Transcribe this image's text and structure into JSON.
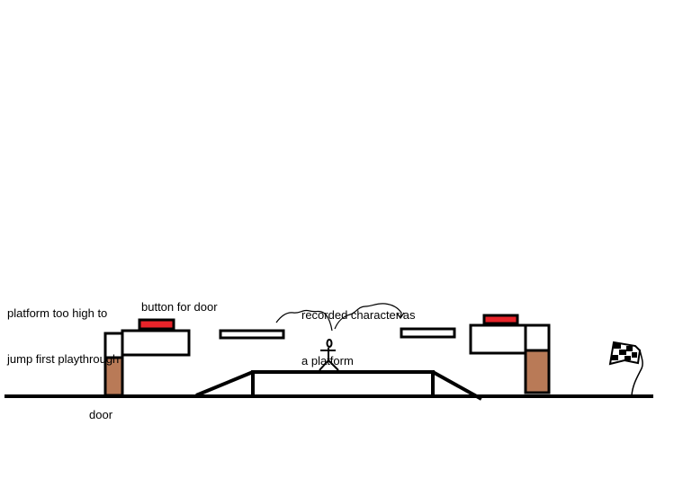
{
  "annotations": {
    "platform_too_high": [
      "platform too high to",
      "jump first playthrough"
    ],
    "button_for_door": "button for door",
    "recorded_character": [
      "recorded character as",
      "a platform"
    ],
    "door": "door"
  },
  "colors": {
    "outline": "#000000",
    "button": "#e8242a",
    "door": "#b97a57",
    "background": "#ffffff"
  },
  "icons": {
    "goal": "checkered-flag-icon",
    "player": "stick-figure-icon"
  }
}
